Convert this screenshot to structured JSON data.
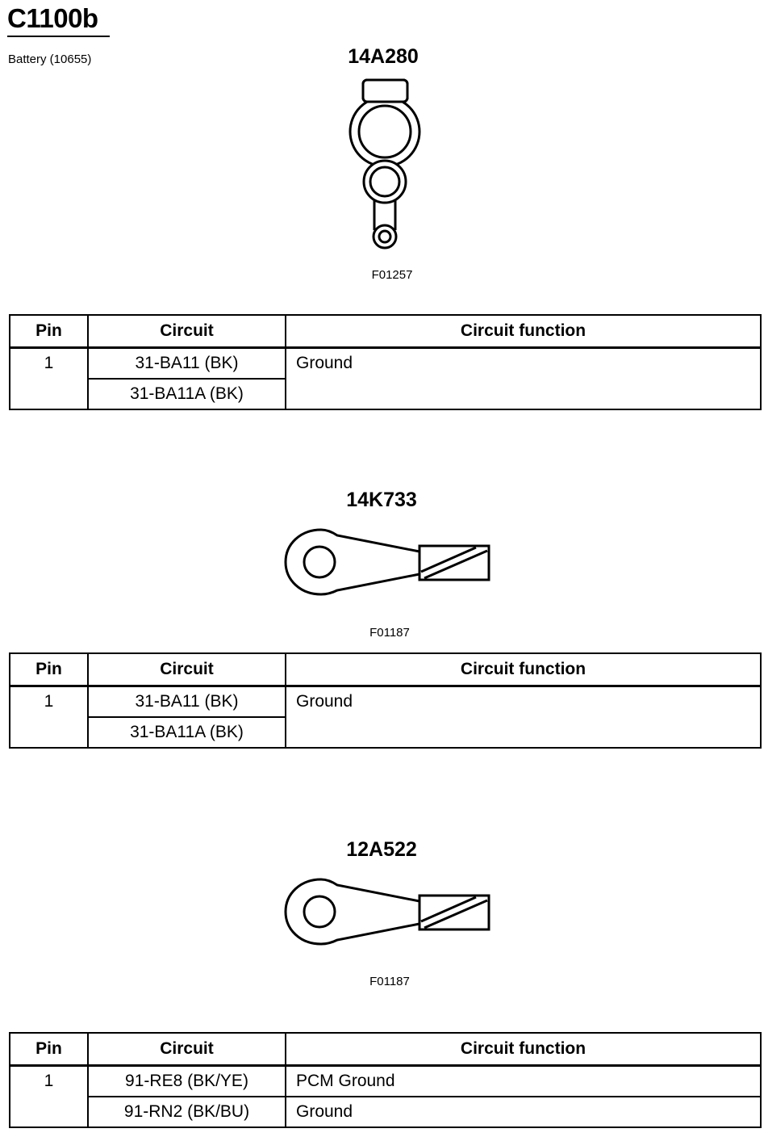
{
  "header": {
    "title": "C1100b",
    "subtitle": "Battery (10655)"
  },
  "connectors": [
    {
      "part_number": "14A280",
      "figure_code": "F01257",
      "table": {
        "headers": [
          "Pin",
          "Circuit",
          "Circuit function"
        ],
        "rows": [
          {
            "pin": "1",
            "circuit": "31-BA11 (BK)",
            "function": "Ground"
          },
          {
            "pin": "",
            "circuit": "31-BA11A (BK)",
            "function": ""
          }
        ]
      }
    },
    {
      "part_number": "14K733",
      "figure_code": "F01187",
      "table": {
        "headers": [
          "Pin",
          "Circuit",
          "Circuit function"
        ],
        "rows": [
          {
            "pin": "1",
            "circuit": "31-BA11 (BK)",
            "function": "Ground"
          },
          {
            "pin": "",
            "circuit": "31-BA11A (BK)",
            "function": ""
          }
        ]
      }
    },
    {
      "part_number": "12A522",
      "figure_code": "F01187",
      "table": {
        "headers": [
          "Pin",
          "Circuit",
          "Circuit function"
        ],
        "rows": [
          {
            "pin": "1",
            "circuit": "91-RE8 (BK/YE)",
            "function": "PCM Ground"
          },
          {
            "pin": "",
            "circuit": "91-RN2 (BK/BU)",
            "function": "Ground"
          }
        ]
      }
    }
  ]
}
